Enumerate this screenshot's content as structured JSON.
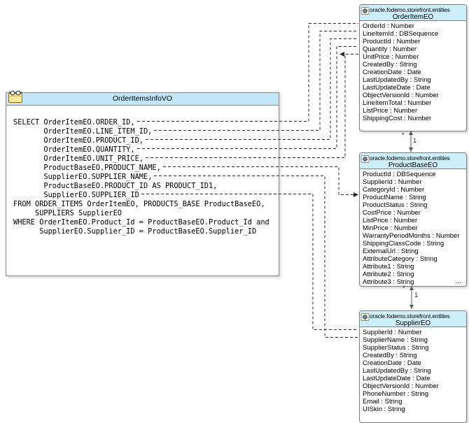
{
  "view_object": {
    "title": "OrderItemsInfoVO",
    "sql_lines": [
      "SELECT OrderItemEO.ORDER_ID,",
      "       OrderItemEO.LINE_ITEM_ID,",
      "       OrderItemEO.PRODUCT_ID,",
      "       OrderItemEO.QUANTITY,",
      "       OrderItemEO.UNIT_PRICE,",
      "       ProductBaseEO.PRODUCT_NAME,",
      "       SupplierEO.SUPPLIER_NAME,",
      "       ProductBaseEO.PRODUCT_ID AS PRODUCT_ID1,",
      "       SupplierEO.SUPPLIER_ID",
      "FROM ORDER_ITEMS OrderItemEO, PRODUCTS_BASE ProductBaseEO,",
      "     SUPPLIERS SupplierEO",
      "WHERE OrderItemEO.Product_Id = ProductBaseEO.Product_Id and",
      "      SupplierEO.Supplier_ID = ProductBaseEO.Supplier_ID"
    ]
  },
  "entities": [
    {
      "package": "oracle.fodemo.storefront.entities",
      "name": "OrderItemEO",
      "attributes": [
        "OrderId : Number",
        "LineItemId : DBSequence",
        "ProductId : Number",
        "Quantity : Number",
        "UnitPrice : Number",
        "CreatedBy : String",
        "CreationDate : Date",
        "LastUpdatedBy : String",
        "LastUpdateDate : Date",
        "ObjectVersionId : Number",
        "LineItemTotal : Number",
        "ListPrice : Number",
        "ShippingCost : Number"
      ]
    },
    {
      "package": "oracle.fodemo.storefront.entities",
      "name": "ProductBaseEO",
      "attributes": [
        "ProductId : DBSequence",
        "SupplierId : Number",
        "CategoryId : Number",
        "ProductName : String",
        "ProductStatus : String",
        "CostPrice : Number",
        "ListPrice : Number",
        "MinPrice : Number",
        "WarrantyPeriodMonths : Number",
        "ShippingClassCode : String",
        "ExternalUrl : String",
        "AttributeCategory : String",
        "Attribute1 : String",
        "Attribute2 : String",
        "Attribute3 : String"
      ],
      "more_indicator": "..."
    },
    {
      "package": "oracle.fodemo.storefront.entities",
      "name": "SupplierEO",
      "attributes": [
        "SupplierId : Number",
        "SupplierName : String",
        "SupplierStatus : String",
        "CreatedBy : String",
        "CreationDate : Date",
        "LastUpdatedBy : String",
        "LastUpdateDate : Date",
        "ObjectVersionId : Number",
        "PhoneNumber : String",
        "Email : String",
        "UISkin : String"
      ]
    }
  ],
  "relationships": [
    {
      "from": "OrderItemEO",
      "to": "ProductBaseEO",
      "source_multiplicity": "*",
      "target_multiplicity": "1"
    },
    {
      "from": "ProductBaseEO",
      "to": "SupplierEO",
      "source_multiplicity": "*",
      "target_multiplicity": "1"
    }
  ],
  "colors": {
    "entity_header": "#cdeefb",
    "vo_titlebar": "#c2e6f8",
    "box_border": "#7f7f7f",
    "connector": "#2a2a2a",
    "relationship": "#5a5a5a"
  }
}
